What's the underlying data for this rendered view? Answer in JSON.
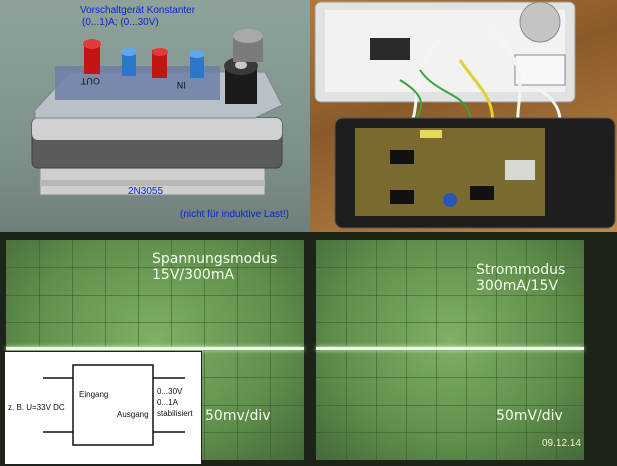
{
  "device_photo": {
    "title_line1": "Vorschaltgerät Konstanter",
    "title_line2": "(0...1)A; (0...30V)",
    "transistor_label": "2N3055",
    "warning": "(nicht für induktive Last!)"
  },
  "scope_left": {
    "mode_line1": "Spannungsmodus",
    "mode_line2": "15V/300mA",
    "scale": "50mv/div"
  },
  "scope_right": {
    "mode_line1": "Strommodus",
    "mode_line2": "300mA/15V",
    "scale": "50mV/div",
    "date": "09.12.14"
  },
  "block_diagram": {
    "input_label": "Eingang",
    "output_label": "Ausgang",
    "input_example": "z. B. U=33V DC",
    "output_line1": "0...30V",
    "output_line2": "0...1A",
    "output_line3": "stabilisiert"
  }
}
